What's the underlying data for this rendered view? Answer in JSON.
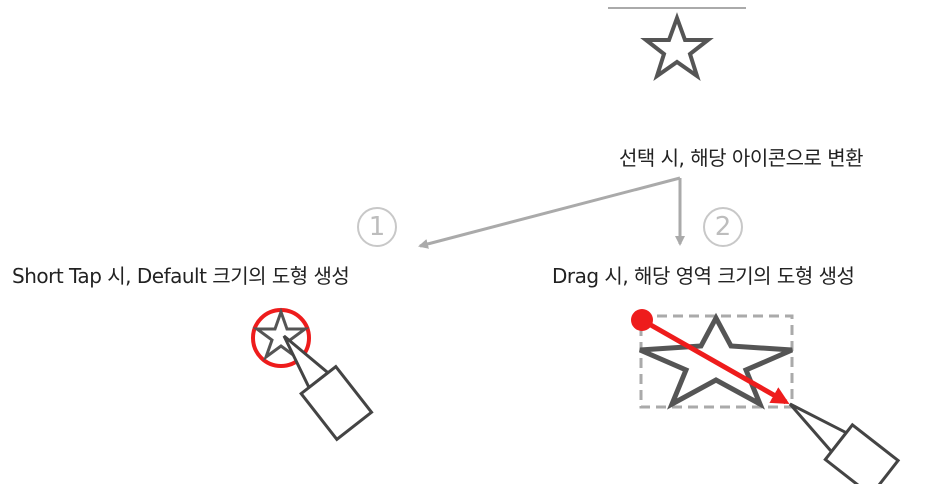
{
  "caption_top": "선택 시, 해당 아이콘으로 변환",
  "step1": {
    "number": "1",
    "label": "Short Tap 시, Default 크기의 도형 생성"
  },
  "step2": {
    "number": "2",
    "label": "Drag 시, 해당 영역 크기의 도형 생성"
  },
  "colors": {
    "line": "#aaaaaa",
    "accent": "#ee1c1c",
    "shape": "#555555"
  },
  "icons": [
    "star-icon",
    "pen-icon"
  ]
}
